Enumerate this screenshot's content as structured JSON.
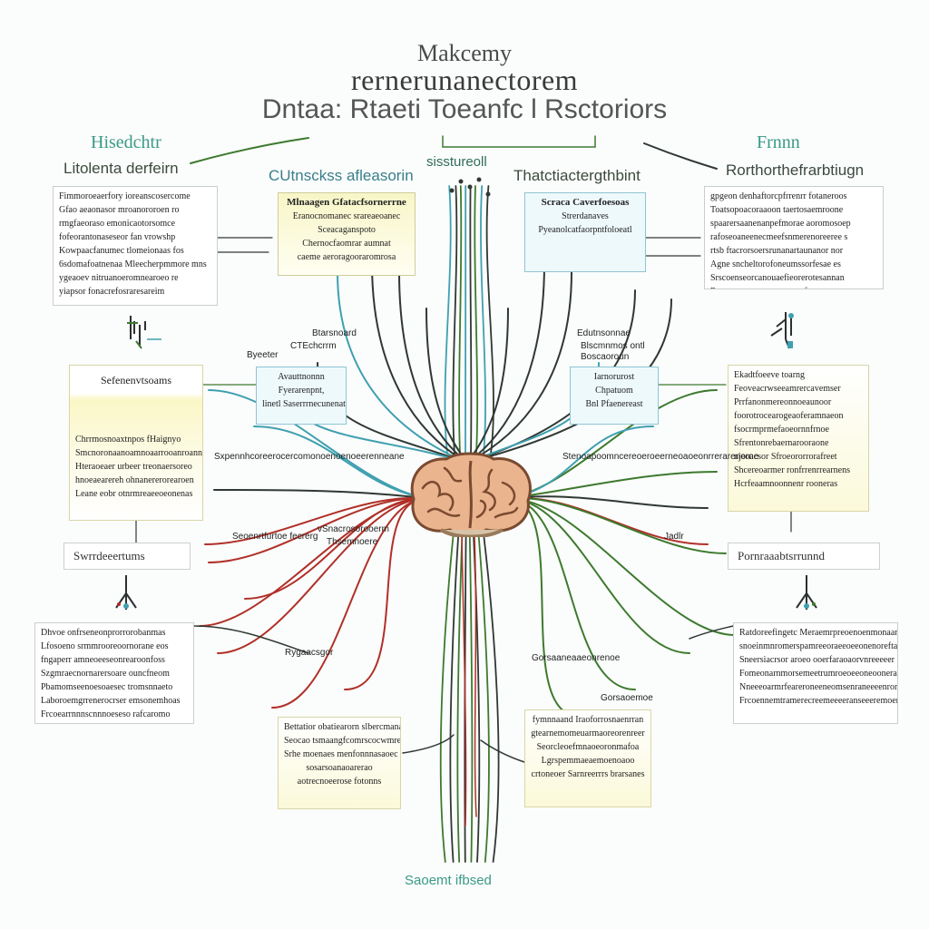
{
  "title": {
    "line1": "Makcemy",
    "line2": "rernerunanectorem",
    "line3": "Dntaa:  Rtaeti Toeanfc  l Rsctoriors"
  },
  "headings": {
    "top_left_1": "Hisedchtr",
    "top_left_2": "Litolenta  derfeirn",
    "upper_mid_left": "CUtnsckss  afleasorin",
    "upper_center": "sisstureoll",
    "upper_mid_right": "Thatctiactergthbint",
    "top_right_1": "Frnnn",
    "top_right_2": "Rorthorthefrarbtiugn",
    "bottom_center": "Saoemt  ifbsed"
  },
  "boxes": {
    "left_top": [
      "Fimmoroeaerfory  ioreanscosercome",
      "Gfao  aeaonasor mroanororoen ro",
      "rmgfaeoraso emonicaotorsomce",
      "fofeorantonaseseor  fan  vrowshp",
      "Kowpaacfanumec tlomeionaas fos",
      "6sdomafoatnenaa Mleecherpmmore mns",
      "ygeaoev  nitruanoeromnearoeo  re",
      "yiapsor  fonacrefosraresareim"
    ],
    "mid_left_yellow": [
      "Mlnaagen  Gfatacfsornerrne",
      "Eranocnomanec srareaeoanec",
      "Sceacaganspoto",
      "Chernocfaomrar  aumnat",
      "caeme  aeroragooraromrosa"
    ],
    "mid_right_cyan": [
      "Scraca  Caverfoesoas",
      "Strerdanaves",
      "Pyeanolcatfaorpntfoloeatl"
    ],
    "right_top": [
      "gpgeon  denhaftorcpfrrenrr fotaneroos",
      "Toatsopoacoraaoon taertosaemroone",
      "spaarersaanenanpefmorae  aoromosoep",
      "rafoseoaneenecmeefsnmerenoreeree s",
      "rtsb  ftacrorsoersrunanartaunanor nor",
      "Agne  sncheltorofoneumssorfesae es",
      "Srscoenseorcanouaefieorerotesannan",
      "Roogaeeoaoeonoosrrcanofanosmese"
    ],
    "left_center_label_top": "Btarsnoard",
    "left_center_label_1": "CTEchcrrm",
    "left_center_label_2": "Byeeter",
    "inner_left_cyan": [
      "Avauttnonnn",
      "Fyerarenpnt,",
      "linetl  Saserrrnecunenat"
    ],
    "right_center_labels": [
      "Edutnsonnae",
      "Blscmnmos ontl",
      "Boscaoroun"
    ],
    "inner_right_cyan": [
      "Iarnorurost",
      "Chpatuom",
      "Bnl  Pfaenereast"
    ],
    "left_mid_yellow": {
      "header": "Sefenenvtsoams",
      "lines": [
        "Chrrmosnoaxtnpos  fHaignyo",
        "Smcnoronaanoamnoaarrooanroann",
        "Hteraoeaer  urbeer  treonaersoreo",
        "hnoeaearereh  ohnanererorearoen",
        "Leane  eobr  otnrmreaeeoeonenas"
      ]
    },
    "right_mid_yellow": [
      "Ekadtfoeeve  toarng",
      "Feoveacrwseeamrercavemser",
      "Prrfanonmereonnoeaunoor",
      "foorotrocearogeaoferamnaeon",
      "fsocrmprmefaoeornnfrnoe",
      "Sfrentonrebaernarooraone",
      "njeoacsor  Sfroeororrorafreet",
      "Shcereoarmer  ronfrrenrrearnens",
      "Hcrfeaamnoonnenr  rooneras"
    ],
    "left_arrow_label": "Sxpennhcoreerocercomonoenoenoeerenneane",
    "right_arrow_label": "Stenoapoomncereoeroeerneoaoeonrrerarenorne",
    "left_bar": "Swrrdeeertums",
    "right_bar": "Pornraaabtsrrunnd",
    "left_wire_label_1": "Seoenrtfurtoe  fecrerg",
    "left_wire_label_2": "Thsemnoere",
    "left_wire_label_3": "vSnacrosorooerm",
    "left_wire_label_4": "Rygaacsgor",
    "right_wire_label_1": "Jadlr",
    "right_wire_label_2": "Gorsaaneaaeonrenoe",
    "right_wire_label_3": "Gorsaoemoe",
    "left_bottom": [
      "Dhvoe  onfrseneonprorrorobanmas",
      "Lfosoeno  srmmrooreoornorane  eos",
      "fngaperr  amneoeeseonrearoonfoss",
      "Szgmraecnornarersoare  ouncfneom",
      "Pbamomseenoesoaesec  tromsnnaeto",
      "Laboroemgrrenerocrser  emsonemhoas",
      "Frcoearrnnnscnnnoeseso  rafcaromo"
    ],
    "right_bottom": [
      "Ratdoreefingetc  Meraemrpreoenoenmonaanaet",
      "snoeinmnromerspamreeoraeeoeeonenorefta  foeo",
      "Sneersiacrsor  aroeo  ooerfaraoaorvnreeeeer",
      "Fomeonarnmorsemeetrumroeoeeoneoonerasoate",
      "Nneeeoarmrfeareroneeneomsenraneeeenrorfeoeo",
      "Frcoennemtramerecreemeeeeranseeeremoeneeees"
    ],
    "bottom_left_yellow": [
      "Bettatior  obatiearorn  slbercmanac",
      "Seocao  tsmaangfcomrscocwmrecarem",
      "Srhe  moenaes  menfonnnasaoec",
      "sosarsoanaoarerao",
      "aotrecnoeerose  fotonns"
    ],
    "bottom_right_yellow": [
      "fymnnaand  Iraoforrosnaenrran",
      "gtearnemomeuarmaoreorenreer",
      "Seorcleoefmnaoeoronmafoa",
      "Lgrspemmaeaemoenoaoo",
      "crtoneoer  Sarnreerrrs  brarsanes"
    ]
  },
  "colors": {
    "green": "#3d7a2e",
    "red": "#b03028",
    "teal": "#3fa0b0",
    "dark": "#2f3833",
    "yellow_fill": "#fbf9d2",
    "cyan_fill": "#eaf7fb",
    "brain": "#e7b08c"
  },
  "icons": [
    "brain-icon",
    "connector-pin-icon",
    "probe-icon"
  ]
}
